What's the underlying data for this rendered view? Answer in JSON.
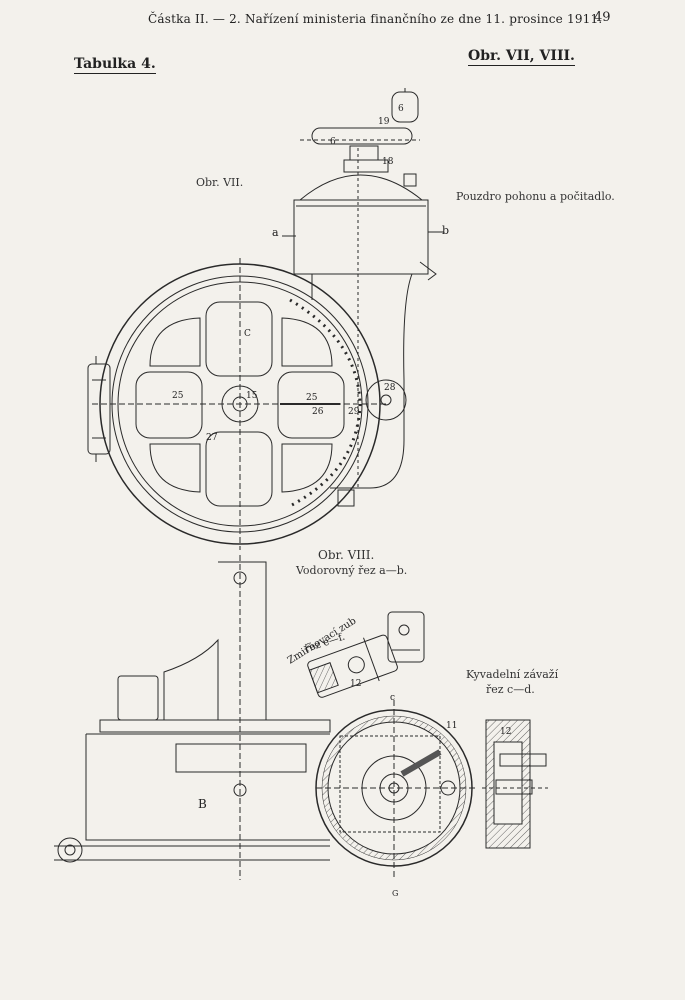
{
  "header": {
    "running_head": "Částka II. — 2. Nařízení ministeria finančního ze dne 11. prosince 1911.",
    "page_number": "49"
  },
  "plate": {
    "table_label": "Tabulka 4.",
    "figures_label": "Obr. VII, VIII."
  },
  "fig7": {
    "title": "Obr. VII.",
    "caption": "Pouzdro pohonu a počitadlo.",
    "labels": {
      "a": "a",
      "b": "b",
      "n6": "6",
      "n6b": "6",
      "n19": "19",
      "n18": "18",
      "nC": "C",
      "n25a": "25",
      "n25b": "25",
      "n26": "26",
      "n27": "27",
      "n28": "28",
      "n29": "29",
      "n15": "15"
    }
  },
  "fig8": {
    "title": "Obr. VIII.",
    "subtitle": "Vodorovný řez a—b.",
    "detail_label": "Zmiřňovací zub",
    "detail_cut": "řez e—f.",
    "pendulum_label": "Kyvadelní závaží",
    "pendulum_cut": "řez c—d.",
    "labels": {
      "B": "B",
      "c": "c",
      "n12": "12",
      "n11": "11",
      "n12b": "12",
      "G": "G"
    }
  }
}
